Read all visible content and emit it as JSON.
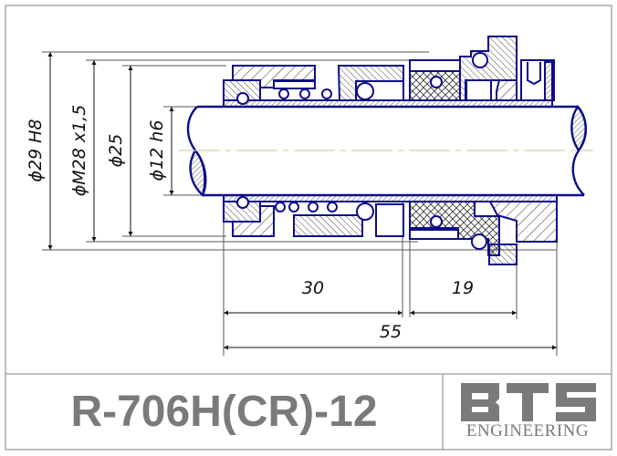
{
  "drawing": {
    "title": "Mechanical seal cross-section",
    "colors": {
      "outline": "#0c0c8a",
      "dimension": "#222222",
      "centerline": "#d8cfa8",
      "frame": "#999999",
      "title_text": "#7a7a7a"
    },
    "dimensions": {
      "diameters": [
        {
          "label": "ϕ29 H8"
        },
        {
          "label": "ϕM28 x1,5"
        },
        {
          "label": "ϕ25"
        },
        {
          "label": "ϕ12 h6"
        }
      ],
      "lengths": [
        {
          "label": "30"
        },
        {
          "label": "19"
        },
        {
          "label": "55"
        }
      ]
    }
  },
  "title_block": {
    "part_number": "R-706H(CR)-12",
    "logo": {
      "letters": "BTS",
      "subtitle": "ENGINEERING"
    }
  }
}
